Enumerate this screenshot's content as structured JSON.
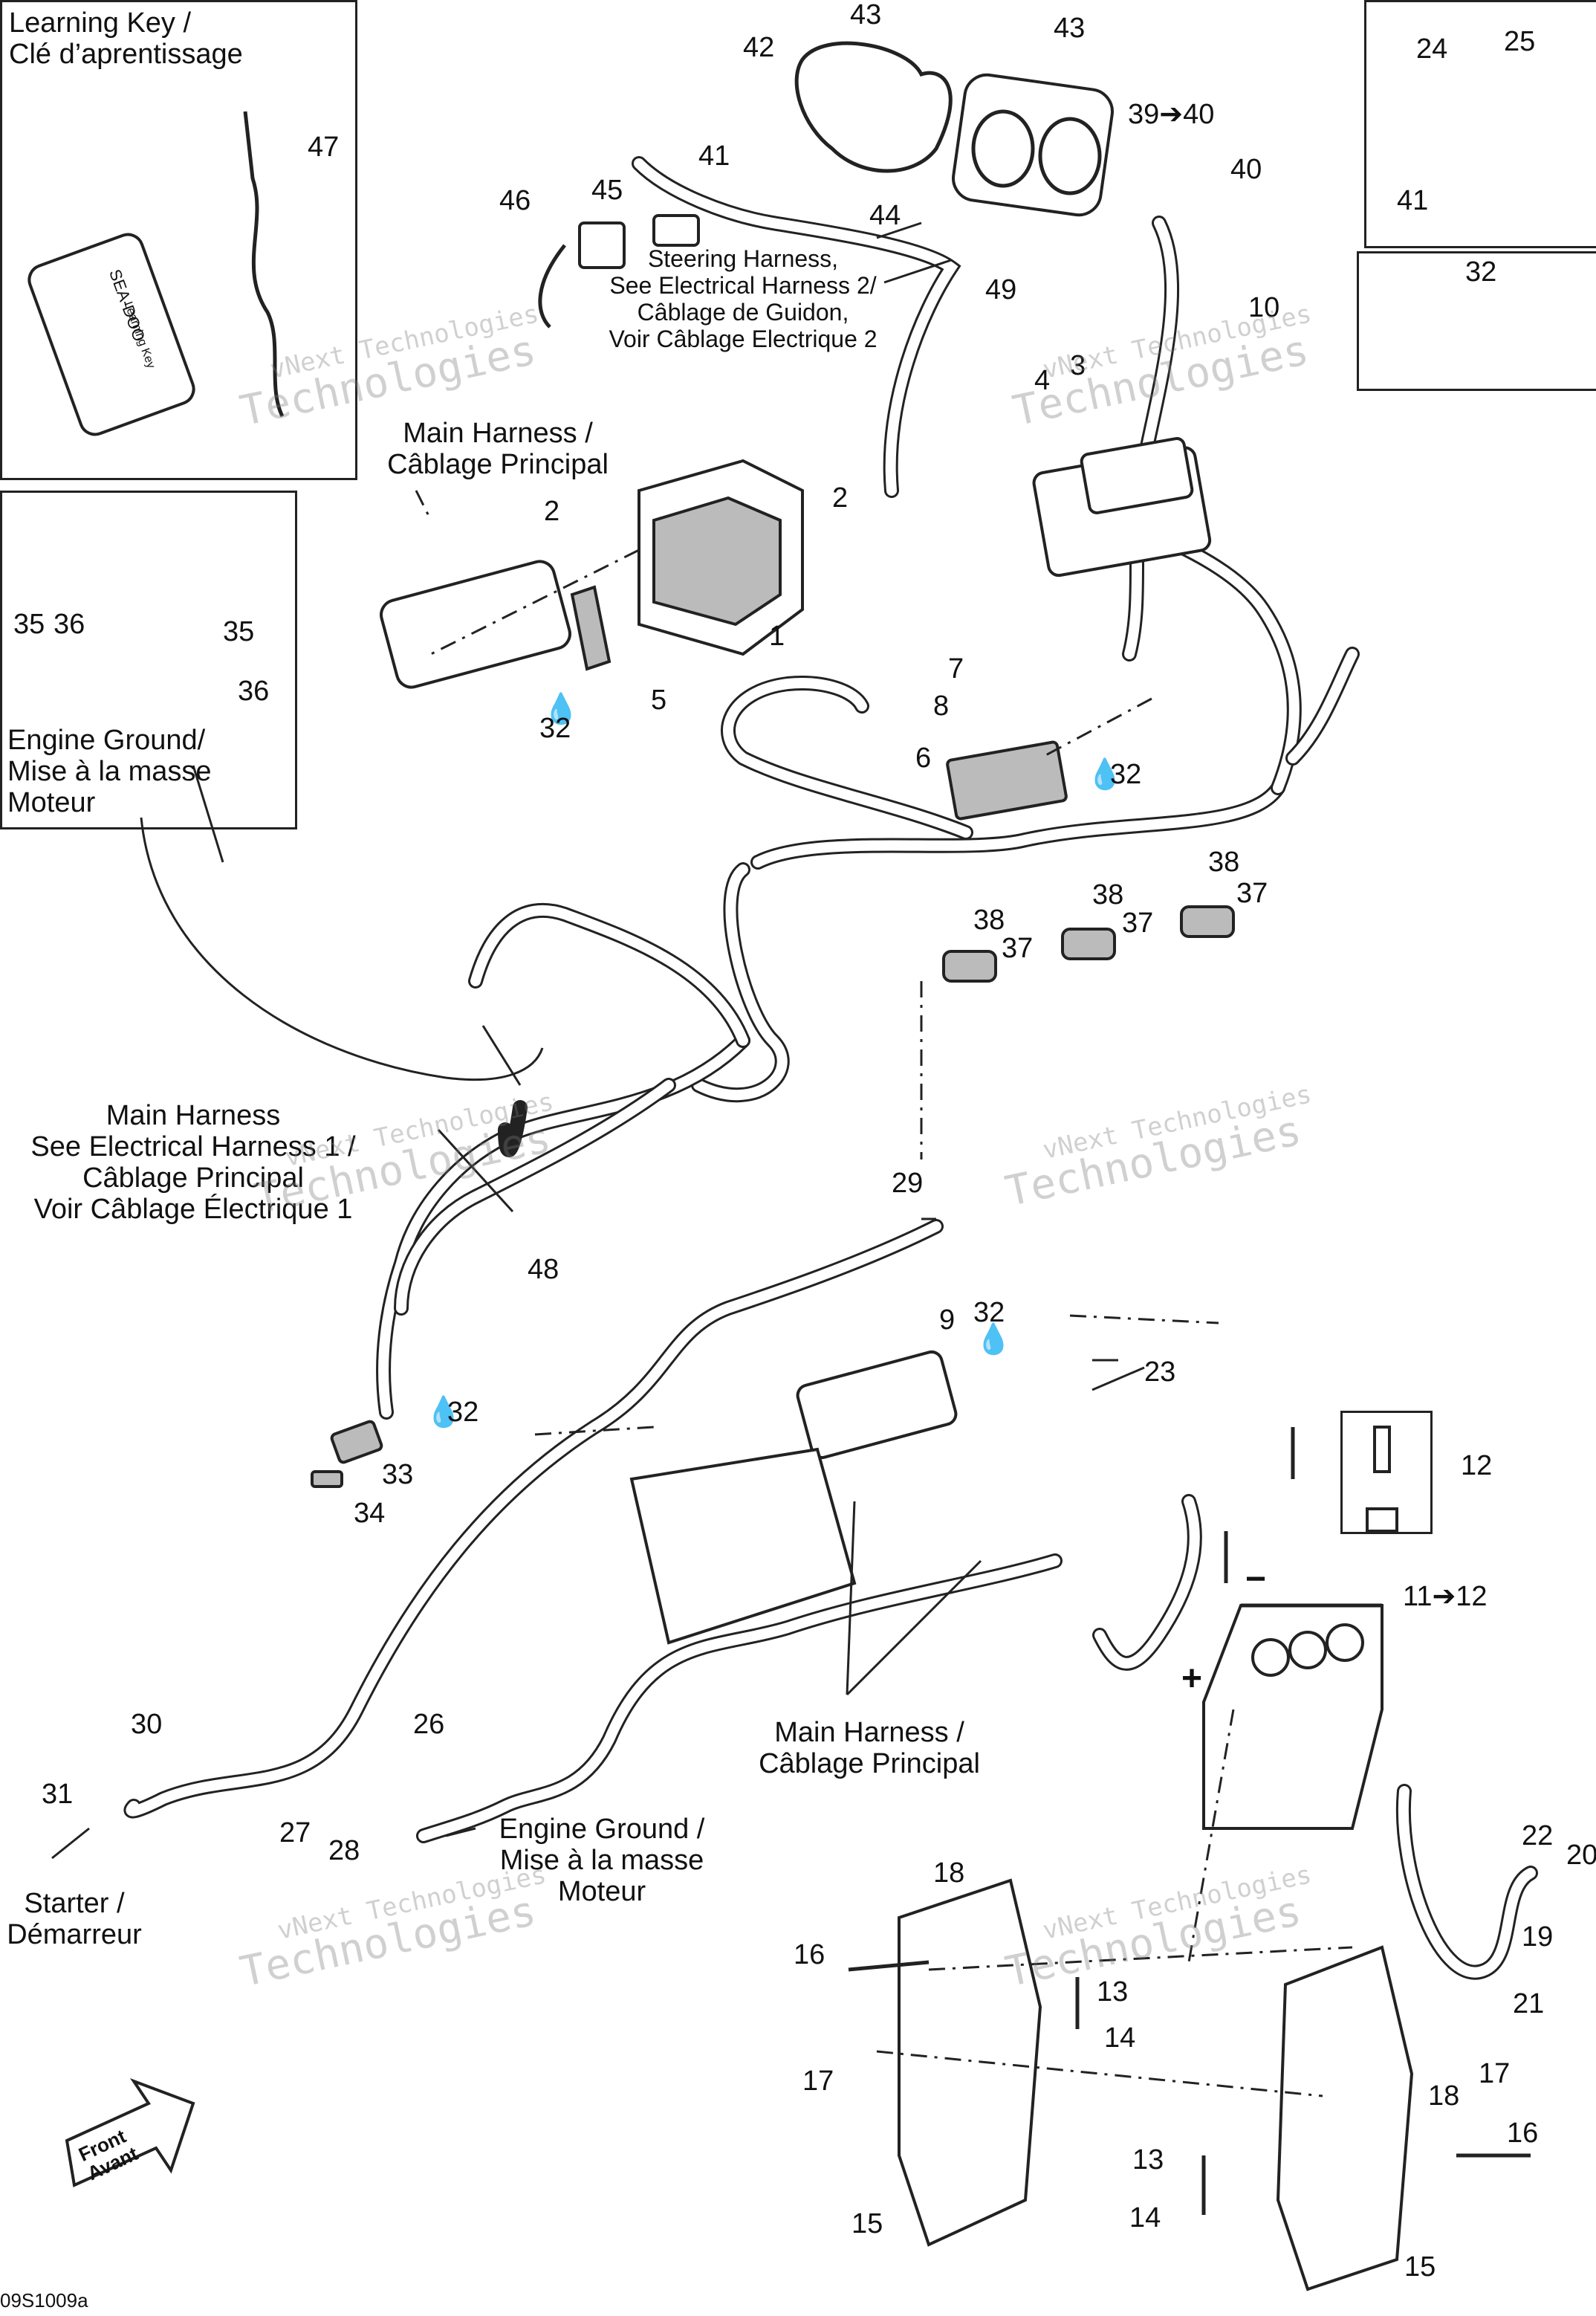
{
  "labels": {
    "learning_key": [
      "Learning Key /",
      "Clé d’aprentissage"
    ],
    "key_brand": "SEA-DOO",
    "key_sub": "Learning Key",
    "steering_harness": [
      "Steering Harness,",
      "See Electrical Harness 2/",
      "Câblage de Guidon,",
      "Voir Câblage Electrique 2"
    ],
    "main_harness_top": [
      "Main Harness /",
      "Câblage Principal"
    ],
    "engine_ground_left": [
      "Engine Ground/",
      "Mise à la masse",
      "Moteur"
    ],
    "main_harness_mid": [
      "Main Harness",
      "See Electrical Harness 1 /",
      "Câblage Principal",
      "Voir Câblage Électrique 1"
    ],
    "main_harness_bottom": [
      "Main Harness /",
      "Câblage Principal"
    ],
    "engine_ground_bottom": [
      "Engine Ground /",
      "Mise à la masse",
      "Moteur"
    ],
    "starter": [
      "Starter /",
      "Démarreur"
    ],
    "front": [
      "Front",
      "Avant"
    ],
    "figure_code": "09S1009a",
    "battery_minus": "−",
    "battery_plus": "+"
  },
  "callouts": {
    "c1": "1",
    "c2a": "2",
    "c2b": "2",
    "c3": "3",
    "c4": "4",
    "c5": "5",
    "c6": "6",
    "c7": "7",
    "c8": "8",
    "c9": "9",
    "c10": "10",
    "c11": "11➔12",
    "c12": "12",
    "c13a": "13",
    "c13b": "13",
    "c14a": "14",
    "c14b": "14",
    "c15a": "15",
    "c15b": "15",
    "c16a": "16",
    "c16b": "16",
    "c17a": "17",
    "c17b": "17",
    "c18a": "18",
    "c18b": "18",
    "c19": "19",
    "c20": "20",
    "c21": "21",
    "c22": "22",
    "c23": "23",
    "c24": "24",
    "c25": "25",
    "c26": "26",
    "c27": "27",
    "c28": "28",
    "c29": "29",
    "c30": "30",
    "c31": "31",
    "c32a": "32",
    "c32b": "32",
    "c32c": "32",
    "c32d": "32",
    "c32e": "32",
    "c33": "33",
    "c34": "34",
    "c35a": "35",
    "c35b": "35",
    "c36a": "36",
    "c36b": "36",
    "c37a": "37",
    "c37b": "37",
    "c37c": "37",
    "c38a": "38",
    "c38b": "38",
    "c38c": "38",
    "c39": "39➔40",
    "c40": "40",
    "c41a": "41",
    "c41b": "41",
    "c42": "42",
    "c43a": "43",
    "c43b": "43",
    "c44": "44",
    "c45": "45",
    "c46": "46",
    "c47": "47",
    "c48": "48",
    "c49": "49"
  },
  "watermark": {
    "line1": "vNext Technologies",
    "line2": "Technologies"
  },
  "icons": {
    "grease": "grease-drop-icon",
    "arrow": "front-arrow-icon"
  },
  "colors": {
    "ink": "#222222",
    "watermark": "#999999"
  }
}
